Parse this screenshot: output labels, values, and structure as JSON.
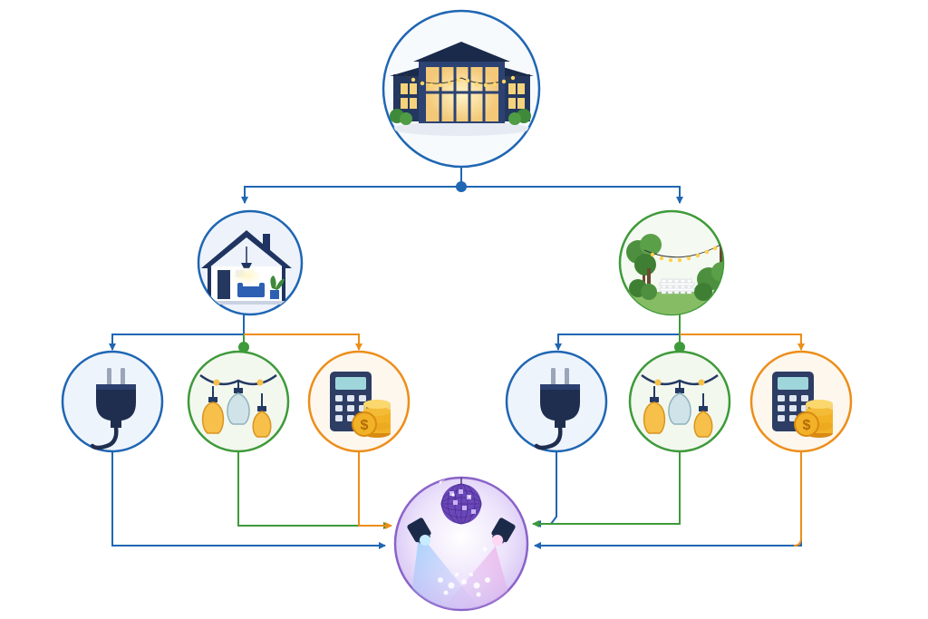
{
  "diagram": {
    "colors": {
      "blue": "#1f66b3",
      "green": "#3e9a3a",
      "orange": "#ec8e1a",
      "purple": "#8a63c8",
      "navy": "#243a63",
      "bulb": "#f6c04a"
    },
    "nodes": [
      {
        "id": "venue",
        "icon": "event-venue-icon",
        "border": "blue"
      },
      {
        "id": "indoor",
        "icon": "indoor-house-icon",
        "border": "blue"
      },
      {
        "id": "outdoor",
        "icon": "outdoor-garden-icon",
        "border": "green"
      },
      {
        "id": "power-left",
        "icon": "power-plug-icon",
        "border": "blue"
      },
      {
        "id": "bulbs-left",
        "icon": "string-light-bulbs-icon",
        "border": "green"
      },
      {
        "id": "budget-left",
        "icon": "calculator-coins-icon",
        "border": "orange"
      },
      {
        "id": "power-right",
        "icon": "power-plug-icon",
        "border": "blue"
      },
      {
        "id": "bulbs-right",
        "icon": "string-light-bulbs-icon",
        "border": "green"
      },
      {
        "id": "budget-right",
        "icon": "calculator-coins-icon",
        "border": "orange"
      },
      {
        "id": "party",
        "icon": "disco-ball-spotlights-icon",
        "border": "purple"
      }
    ]
  }
}
